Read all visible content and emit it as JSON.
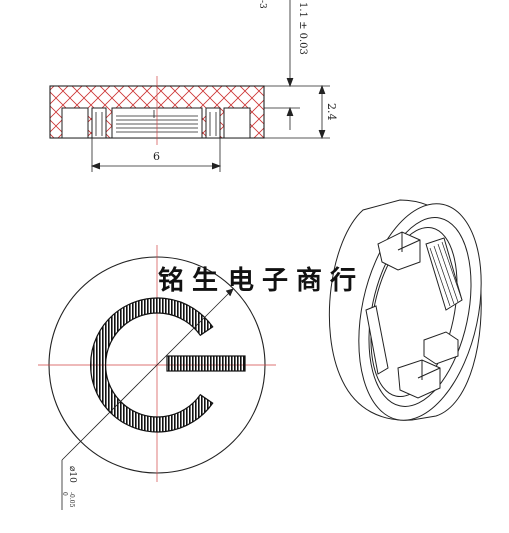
{
  "dimensions": {
    "thickness_text": "1.1 ± 0.03",
    "height_text": "2.4",
    "width_text": "6",
    "diameter_text": "⌀10",
    "diameter_tol_upper": "0",
    "diameter_tol_lower": "-0.05",
    "top_cut_text": "-3"
  },
  "watermark": {
    "chars": [
      "铭",
      "生",
      "电",
      "子",
      "商",
      "行"
    ]
  },
  "colors": {
    "line": "#222222",
    "hatch": "#cc3333",
    "centerline": "#d24444",
    "symbol": "#111111",
    "background": "#ffffff"
  }
}
